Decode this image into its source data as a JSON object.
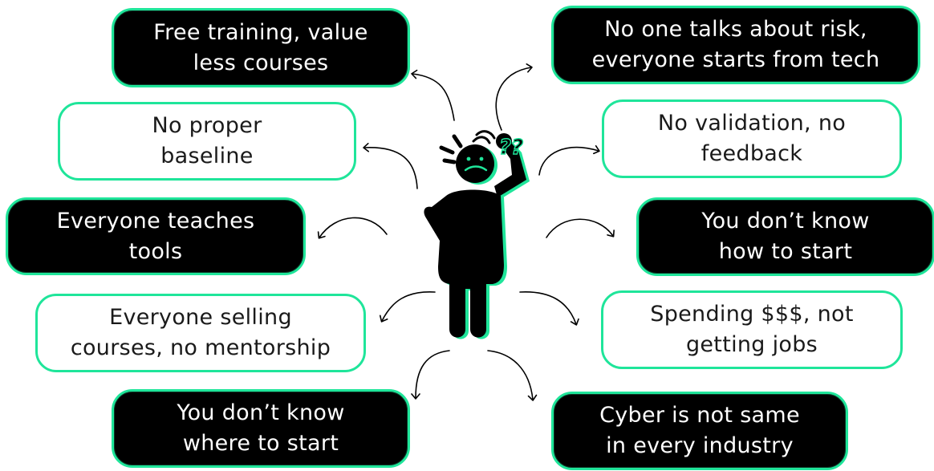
{
  "bubbles": {
    "free_training": {
      "line1": "Free training, value",
      "line2": "less courses"
    },
    "risk": {
      "line1": "No one talks about risk,",
      "line2": "everyone starts from tech"
    },
    "baseline": {
      "line1": "No proper",
      "line2": "baseline"
    },
    "validation": {
      "line1": "No validation, no",
      "line2": "feedback"
    },
    "tools": {
      "line1": "Everyone teaches",
      "line2": "tools"
    },
    "how_to_start": {
      "line1": "You don’t know",
      "line2": "how to start"
    },
    "selling": {
      "line1": "Everyone selling",
      "line2": "courses, no mentorship"
    },
    "spending": {
      "line1": "Spending $$$, not",
      "line2": "getting jobs"
    },
    "where_to_start": {
      "line1": "You don’t know",
      "line2": "where to start"
    },
    "cyber": {
      "line1": "Cyber is not same",
      "line2": "in every industry"
    }
  },
  "figure": {
    "question_marks": "??"
  },
  "colors": {
    "accent": "#1fe59a",
    "dark_fill": "#000000",
    "light_fill": "#ffffff",
    "text_dark": "#1a1a1a",
    "text_light": "#ffffff"
  }
}
